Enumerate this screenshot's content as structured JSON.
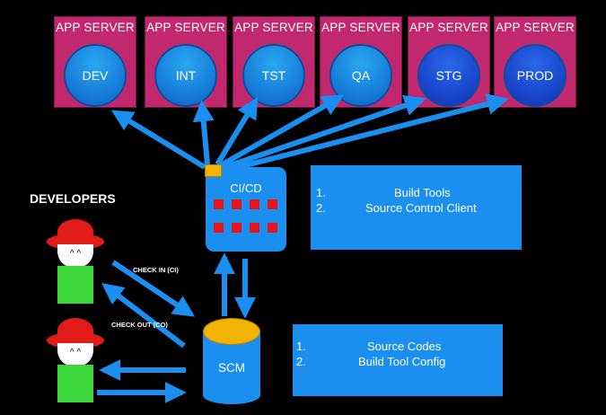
{
  "colors": {
    "background": "#000000",
    "server_fill": "#c2286e",
    "globe_blue": "#1476d4",
    "arrow_blue": "#1a8ff0",
    "accent_yellow": "#f2b400",
    "led_red": "#e8141b",
    "hat_red": "#e11a1a",
    "shirt_green": "#3ad63a"
  },
  "servers": [
    {
      "label": "APP SERVER",
      "env": "DEV"
    },
    {
      "label": "APP SERVER",
      "env": "INT"
    },
    {
      "label": "APP SERVER",
      "env": "TST"
    },
    {
      "label": "APP SERVER",
      "env": "QA"
    },
    {
      "label": "APP SERVER",
      "env": "STG"
    },
    {
      "label": "APP SERVER",
      "env": "PROD"
    }
  ],
  "cicd": {
    "title": "CI/CD"
  },
  "cicd_info": {
    "items": [
      {
        "num": "1.",
        "text": "Build Tools"
      },
      {
        "num": "2.",
        "text": "Source Control Client"
      }
    ]
  },
  "scm": {
    "title": "SCM"
  },
  "scm_info": {
    "items": [
      {
        "num": "1.",
        "text": "Source Codes"
      },
      {
        "num": "2.",
        "text": "Build Tool Config"
      }
    ]
  },
  "developers": {
    "title": "DEVELOPERS",
    "face": "^ ^",
    "check_in": "CHECK IN (CI)",
    "check_out": "CHECK OUT (CO)"
  }
}
